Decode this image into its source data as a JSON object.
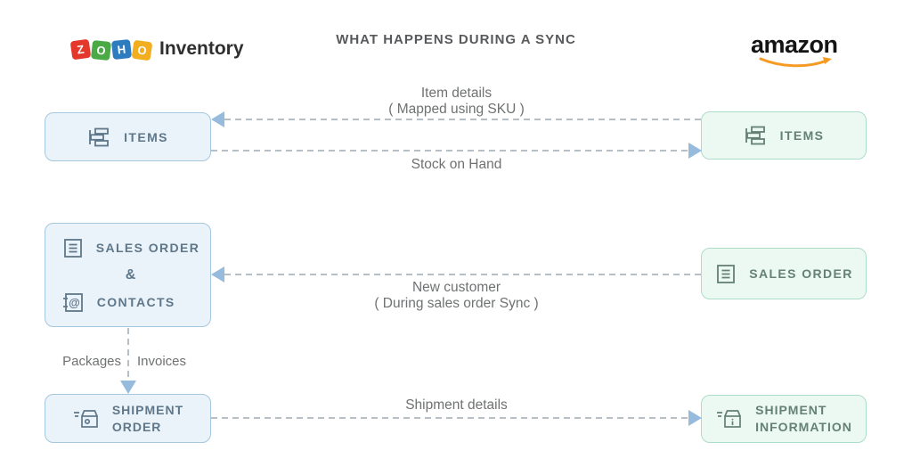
{
  "title": "WHAT HAPPENS DURING A SYNC",
  "logos": {
    "zoho": {
      "tiles": [
        {
          "letter": "Z",
          "color": "#E4382D"
        },
        {
          "letter": "O",
          "color": "#4BA946"
        },
        {
          "letter": "H",
          "color": "#2E7CC0"
        },
        {
          "letter": "O",
          "color": "#F2AE1F"
        }
      ],
      "word": "Inventory"
    },
    "amazon": {
      "text": "amazon"
    }
  },
  "nodes": {
    "zoho_items": {
      "label": "ITEMS"
    },
    "amazon_items": {
      "label": "ITEMS"
    },
    "zoho_sales_contacts": {
      "line1": "SALES ORDER",
      "joiner": "&",
      "line2": "CONTACTS"
    },
    "amazon_sales": {
      "label": "SALES ORDER"
    },
    "zoho_shipment": {
      "line1": "SHIPMENT",
      "line2": "ORDER"
    },
    "amazon_shipment": {
      "line1": "SHIPMENT",
      "line2": "INFORMATION"
    }
  },
  "flows": {
    "item_details": {
      "line1": "Item details",
      "line2": "( Mapped using SKU )",
      "direction": "amazon-to-zoho"
    },
    "stock_on_hand": {
      "label": "Stock on Hand",
      "direction": "zoho-to-amazon"
    },
    "new_customer": {
      "line1": "New customer",
      "line2": "( During sales order Sync )",
      "direction": "amazon-to-zoho"
    },
    "internal_flow": {
      "left_label": "Packages",
      "right_label": "Invoices",
      "direction": "down"
    },
    "shipment_details": {
      "label": "Shipment details",
      "direction": "zoho-to-amazon"
    }
  },
  "colors": {
    "zoho_box_bg": "#EAF3FA",
    "zoho_box_border": "#A6C7DD",
    "zoho_box_text": "#5F7789",
    "amazon_box_bg": "#ECF9F3",
    "amazon_box_border": "#ADDCC9",
    "amazon_box_text": "#648077",
    "dash": "#B6BEC6",
    "arrowhead": "#96BBDC",
    "label_text": "#6F7172",
    "title_text": "#58595B",
    "amazon_smile": "#F59A23",
    "amazon_text": "#141414",
    "zoho_word": "#2F2F2F"
  }
}
